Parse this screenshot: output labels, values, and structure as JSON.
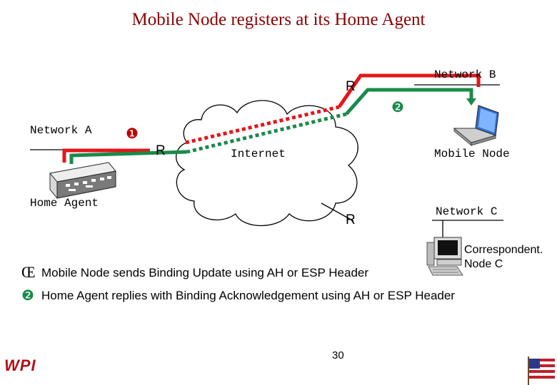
{
  "title": "Mobile Node registers at its Home Agent",
  "labels": {
    "network_a": "Network A",
    "network_b": "Network B",
    "network_c": "Network C",
    "internet": "Internet",
    "home_agent": "Home Agent",
    "mobile_node": "Mobile Node",
    "correspondent_line1": "Correspondent.",
    "correspondent_line2": "Node C",
    "router_a": "R",
    "router_b": "R",
    "router_c": "R"
  },
  "step_markers": {
    "step1": "❶",
    "step2": "❷"
  },
  "notes": [
    {
      "marker": "Œ",
      "text": "Mobile Node sends Binding Update using AH or ESP Header"
    },
    {
      "marker": "❷",
      "text": "Home Agent replies with Binding Acknowledgement using AH or ESP Header"
    }
  ],
  "page_number": "30",
  "logo": "WPI",
  "colors": {
    "title": "#8b0000",
    "path_red": "#e3161b",
    "path_green": "#1a8a4a",
    "logo": "#b01116"
  }
}
